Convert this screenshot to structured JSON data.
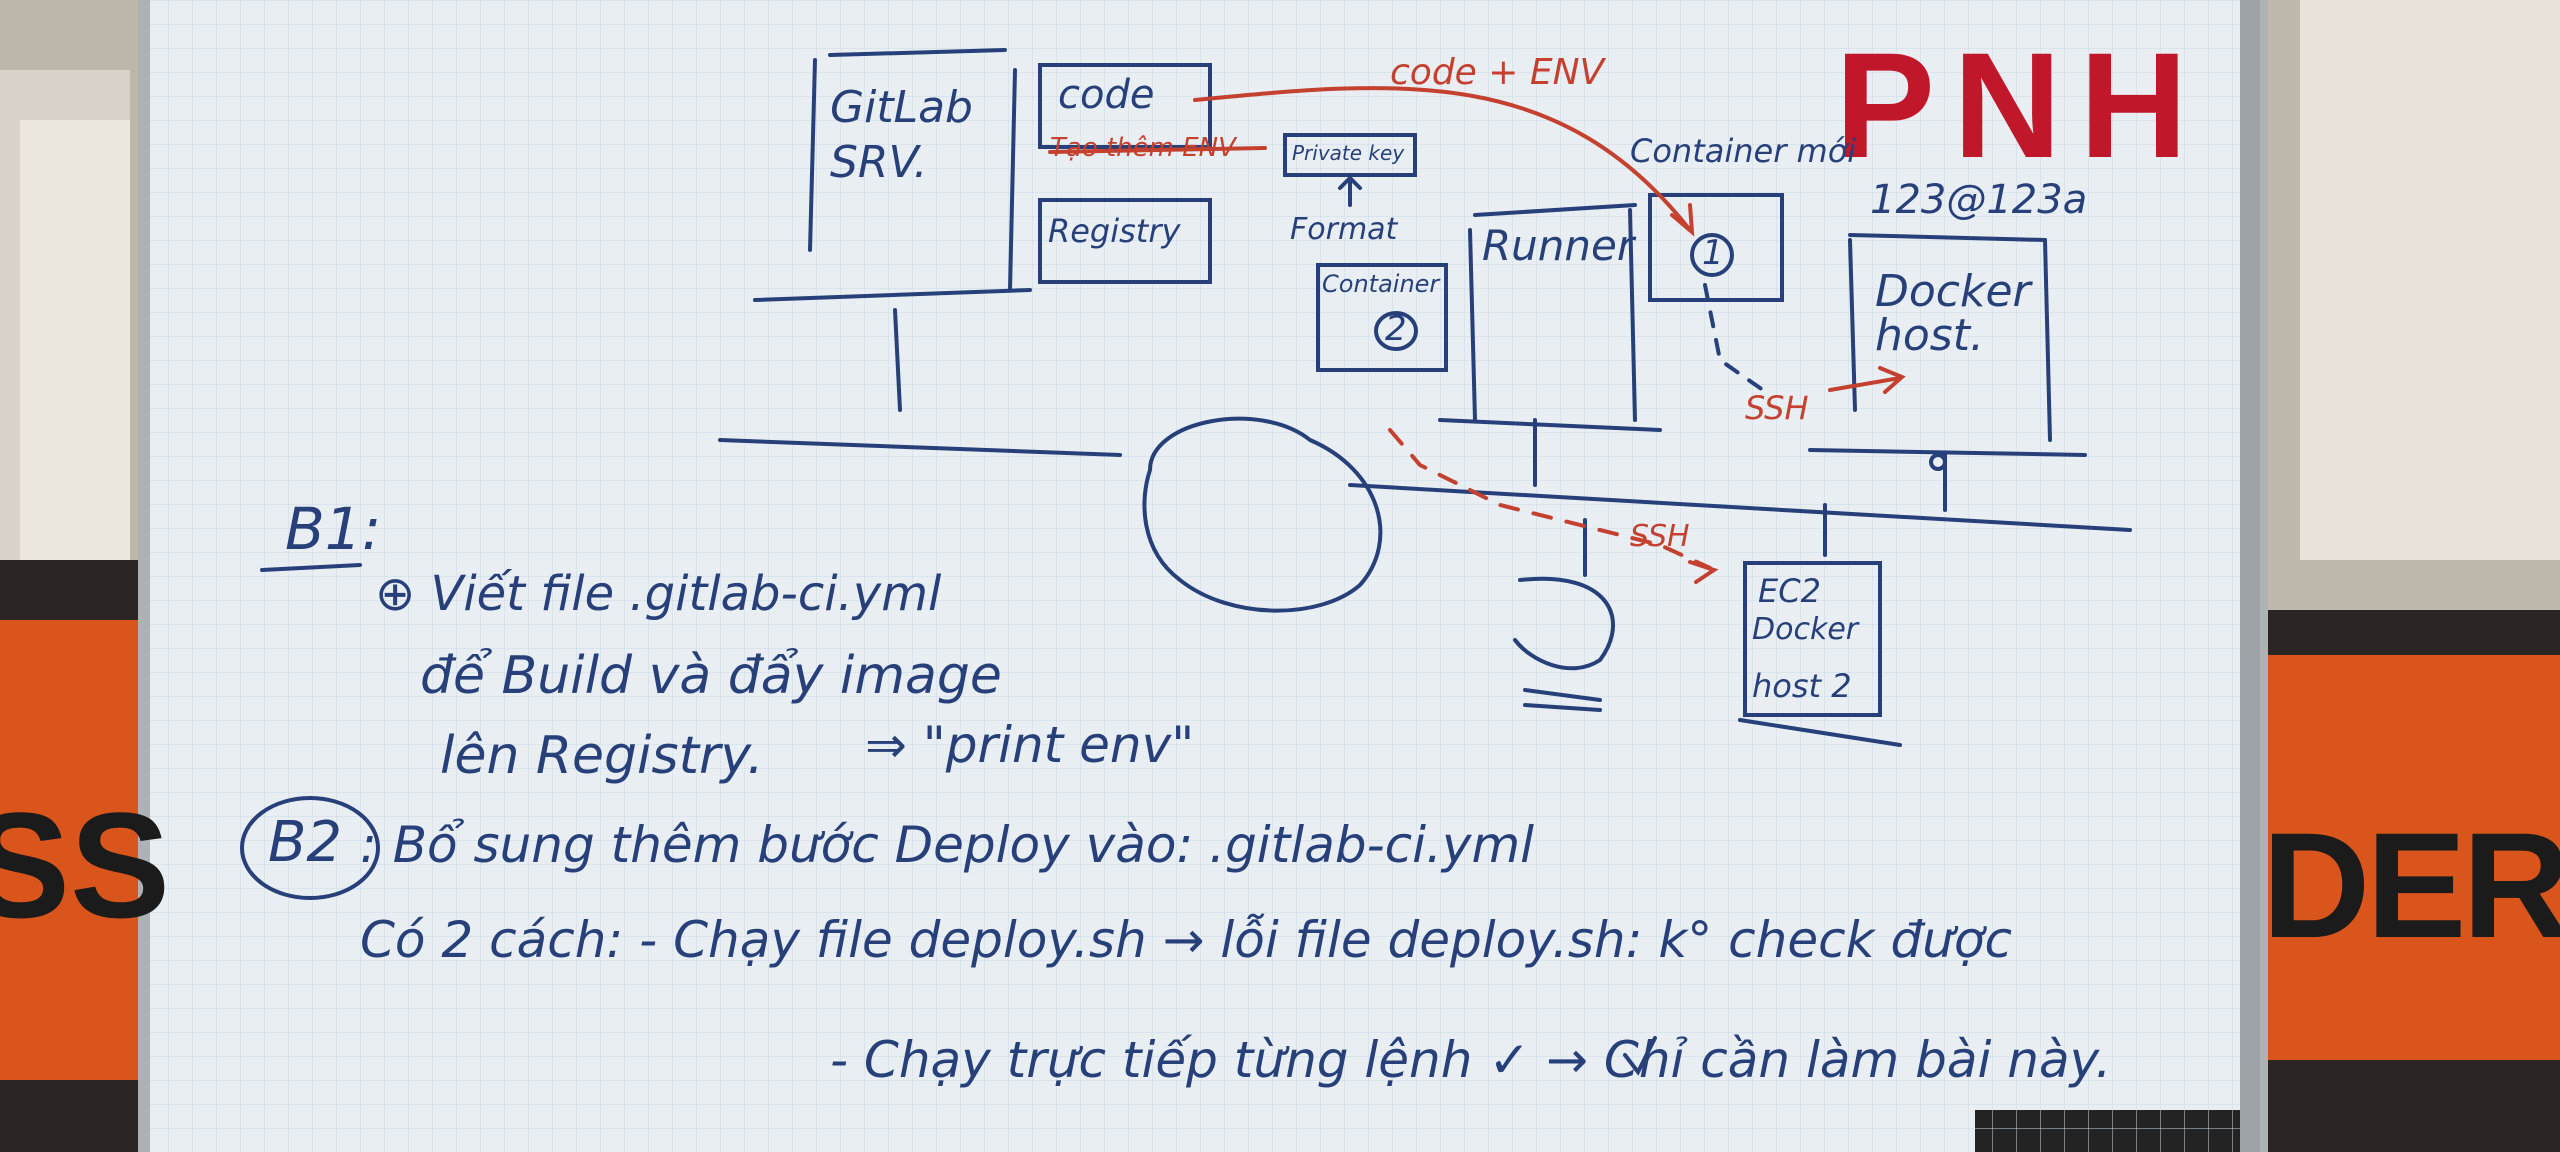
{
  "logo": "PNH",
  "banner": {
    "left_text": "SS",
    "right_text": "DER"
  },
  "diagram": {
    "gitlab_srv": "GitLab SRV.",
    "code": "code",
    "env_note": "Tạo thêm ENV",
    "private_key": "Private key",
    "registry": "Registry",
    "format": "Format",
    "code_env": "code + ENV",
    "container_new": "Container mới",
    "password": "123@123a",
    "container_2": "Container",
    "num_1": "1",
    "num_2": "2",
    "runner": "Runner",
    "docker_host": "Docker host.",
    "ssh_1": "SSH",
    "ssh_2": "SSH",
    "ec2_1": "EC2",
    "ec2_2": "Docker",
    "ec2_3": "host 2"
  },
  "notes": {
    "b1_label": "B1:",
    "b1_line1": "⊕ Viết file .gitlab-ci.yml",
    "b1_line2": "để Build và đẩy image",
    "b1_line3": "lên Registry.",
    "b1_print": "⇒ \"print env\"",
    "b2_label": "B2",
    "b2_line1": ": Bổ sung thêm bước Deploy vào: .gitlab-ci.yml",
    "b2_line2": "Có 2 cách: - Chạy file deploy.sh → lỗi file deploy.sh: k° check được",
    "b2_line3": "- Chạy trực tiếp từng lệnh ✓ → Chỉ cần làm bài này."
  }
}
